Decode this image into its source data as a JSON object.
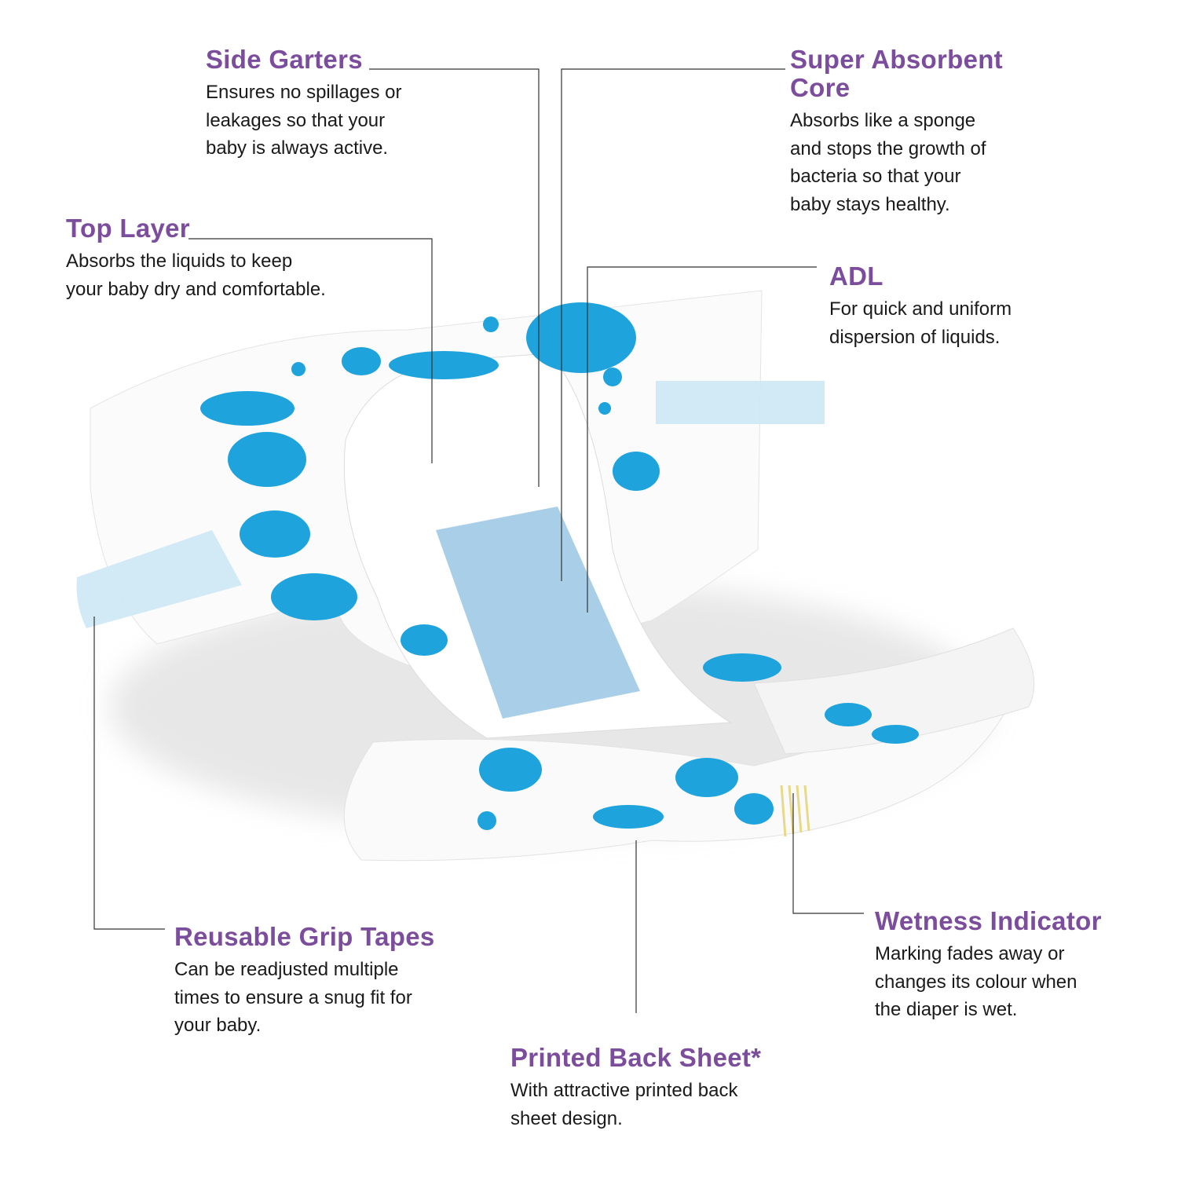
{
  "callouts": {
    "side_garters": {
      "title": "Side Garters",
      "lines": [
        "Ensures no spillages or",
        "leakages so that your",
        "baby is always active."
      ]
    },
    "super_absorbent_core": {
      "title_lines": [
        "Super Absorbent",
        "Core"
      ],
      "lines": [
        "Absorbs like a sponge",
        "and stops the growth of",
        "bacteria so that your",
        "baby stays healthy."
      ]
    },
    "top_layer": {
      "title": "Top Layer",
      "lines": [
        "Absorbs the liquids to keep",
        "your baby dry and comfortable."
      ]
    },
    "adl": {
      "title": "ADL",
      "lines": [
        "For quick and uniform",
        "dispersion of liquids."
      ]
    },
    "grip_tapes": {
      "title": "Reusable Grip Tapes",
      "lines": [
        "Can be readjusted multiple",
        "times to ensure a snug fit for",
        "your baby."
      ]
    },
    "back_sheet": {
      "title": "Printed Back Sheet*",
      "lines": [
        "With attractive printed back",
        "sheet design."
      ]
    },
    "wetness_indicator": {
      "title": "Wetness Indicator",
      "lines": [
        "Marking fades away or",
        "changes its colour when",
        "the diaper is wet."
      ]
    }
  },
  "colors": {
    "heading": "#7b4d9c",
    "print": "#1ea3dc",
    "pad": "#a9cfe8",
    "tape": "#cde8f4"
  }
}
